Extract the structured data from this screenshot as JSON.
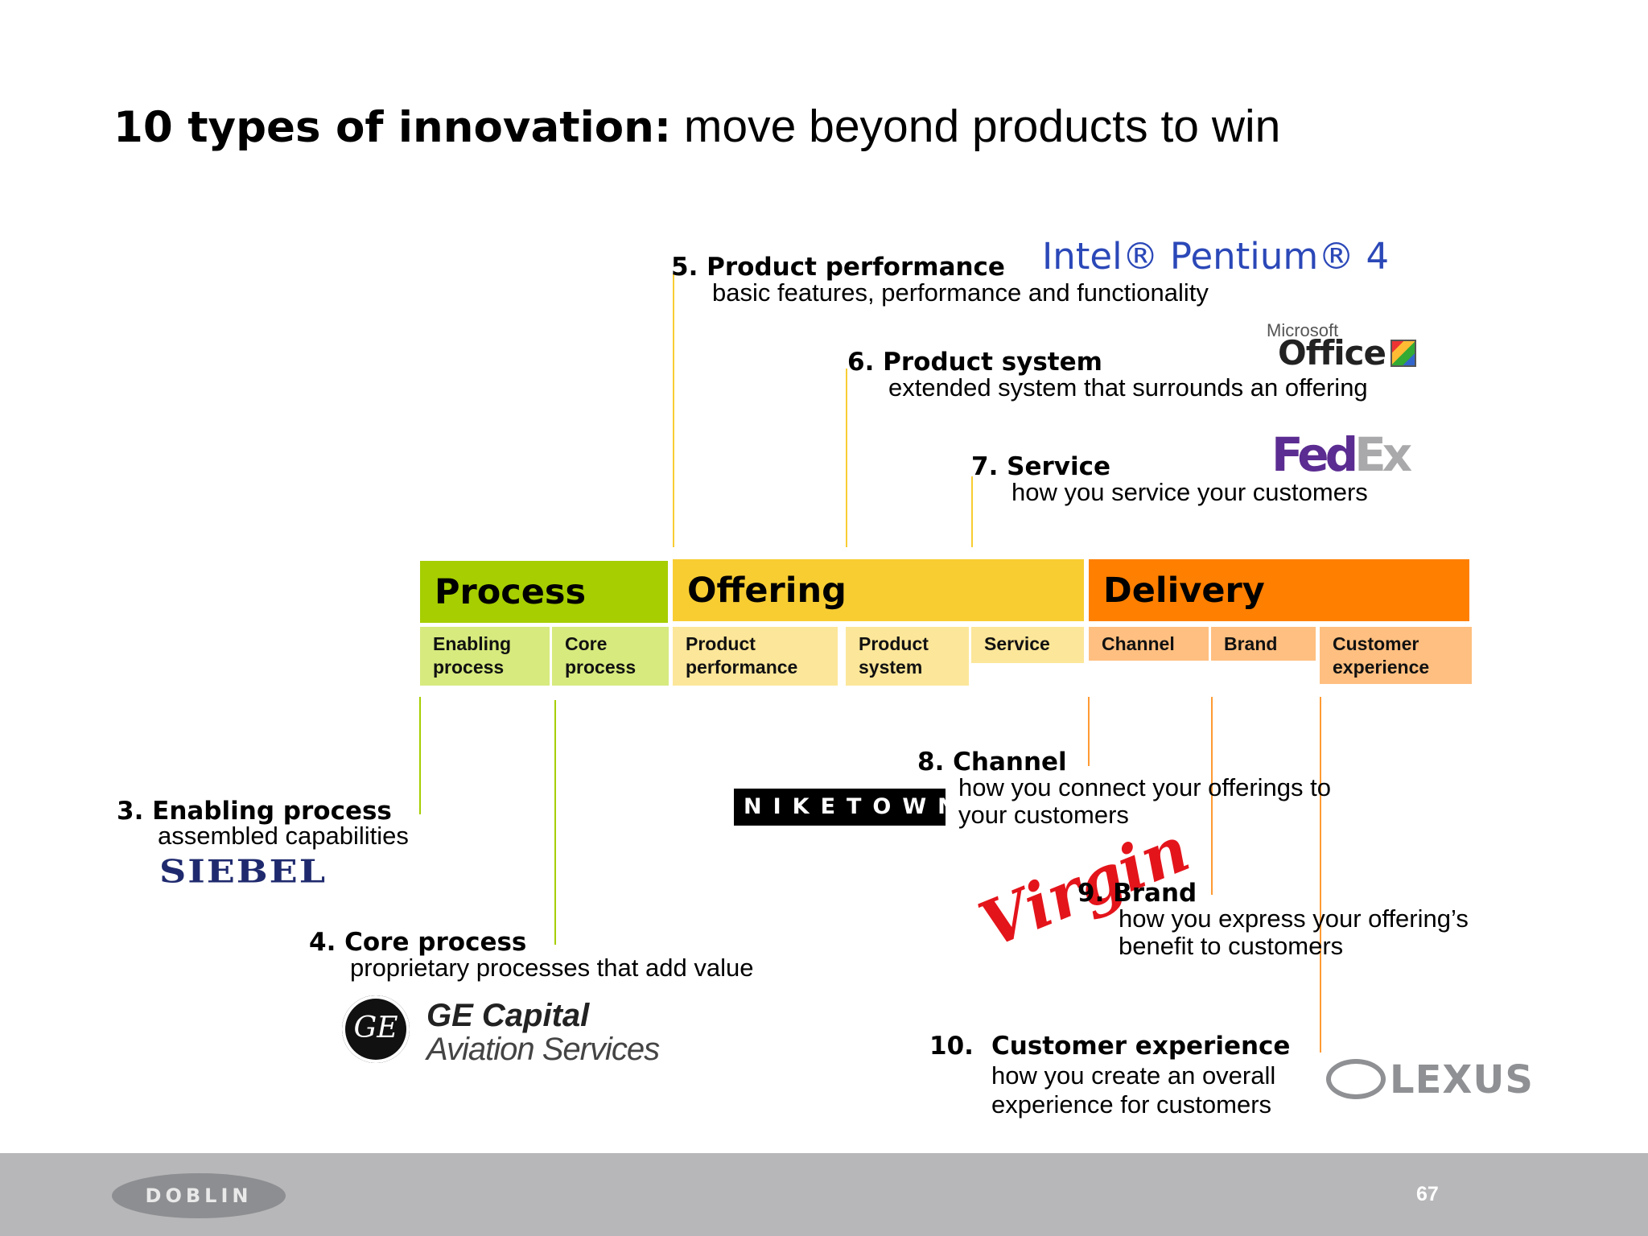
{
  "title": {
    "bold": "10 types of innovation:",
    "rest": " move beyond products to win"
  },
  "categories": {
    "process": {
      "label": "Process",
      "color": "#a6ce00",
      "sub_color": "#d6ea7e"
    },
    "offering": {
      "label": "Offering",
      "color": "#f8cd32",
      "sub_color": "#fce699"
    },
    "delivery": {
      "label": "Delivery",
      "color": "#ff7f00",
      "sub_color": "#ffbf80"
    }
  },
  "subcategories": {
    "enabling_process": "Enabling process",
    "core_process": "Core process",
    "product_performance": "Product performance",
    "product_system": "Product system",
    "service": "Service",
    "channel": "Channel",
    "brand": "Brand",
    "customer_experience": "Customer experience"
  },
  "types": {
    "t3": {
      "head": "3. Enabling process",
      "desc": "assembled capabilities",
      "logo": "SIEBEL"
    },
    "t4": {
      "head": "4. Core process",
      "desc": "proprietary processes that add value",
      "logo_line1": "GE Capital",
      "logo_line2": "Aviation Services",
      "logo_mark": "GE"
    },
    "t5": {
      "head": "5. Product performance",
      "desc": "basic features, performance and functionality",
      "logo": "Intel® Pentium® 4"
    },
    "t6": {
      "head": "6. Product system",
      "desc": "extended system that surrounds an offering",
      "logo_small": "Microsoft",
      "logo": "Office"
    },
    "t7": {
      "head": "7. Service",
      "desc": "how you service your customers",
      "logo_a": "Fed",
      "logo_b": "Ex"
    },
    "t8": {
      "head": "8. Channel",
      "desc1": "how you connect your offerings to",
      "desc2": "your customers",
      "logo": "NIKETOWN"
    },
    "t9": {
      "head": "9. Brand",
      "desc1": "how you express your offering’s",
      "desc2": "benefit to customers",
      "logo": "Virgin"
    },
    "t10": {
      "num": "10.",
      "head": "Customer experience",
      "desc1": "how you create an overall",
      "desc2": "experience for customers",
      "logo": "LEXUS"
    }
  },
  "footer": {
    "company": "DOBLIN",
    "page": "67"
  }
}
